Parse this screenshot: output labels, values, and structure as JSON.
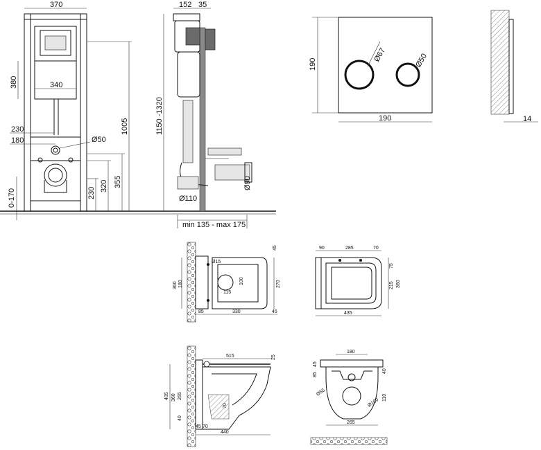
{
  "front_frame": {
    "width": "370",
    "d380": "380",
    "d340": "340",
    "d230": "230",
    "d180": "180",
    "d50": "Ø50",
    "d1005": "1005",
    "d320": "320",
    "d355": "355",
    "d230b": "230",
    "d0170": "0-170"
  },
  "side_frame": {
    "d152": "152",
    "d35": "35",
    "d1150": "1150 -1320",
    "d110": "Ø110",
    "d90": "Ø90",
    "wall": "min 135 - max 175"
  },
  "flush_plate": {
    "height": "190",
    "width": "190",
    "btn1": "Ø67",
    "btn2": "Ø50",
    "thickness": "14"
  },
  "bowl_side": {
    "d360": "360",
    "d180": "180",
    "d15": "Ø15",
    "d100": "100",
    "d115": "115",
    "d270": "270",
    "d45": "45",
    "d85": "85",
    "d330": "330",
    "d45b": "45"
  },
  "bowl_top": {
    "d90": "90",
    "d285": "285",
    "d70": "70",
    "d75": "75",
    "d215": "215",
    "d360": "360",
    "d435": "435"
  },
  "bowl_section": {
    "d515": "515",
    "d25": "25",
    "d405": "405",
    "d360": "360",
    "d265": "265",
    "d70": "70",
    "d40": "40",
    "d45": "45",
    "d70b": "70",
    "d440": "440"
  },
  "bowl_front": {
    "d180": "180",
    "d85": "85",
    "d45": "45",
    "d40": "40",
    "d55": "Ø55",
    "d110": "110",
    "d100": "Ø100",
    "d265": "265"
  }
}
